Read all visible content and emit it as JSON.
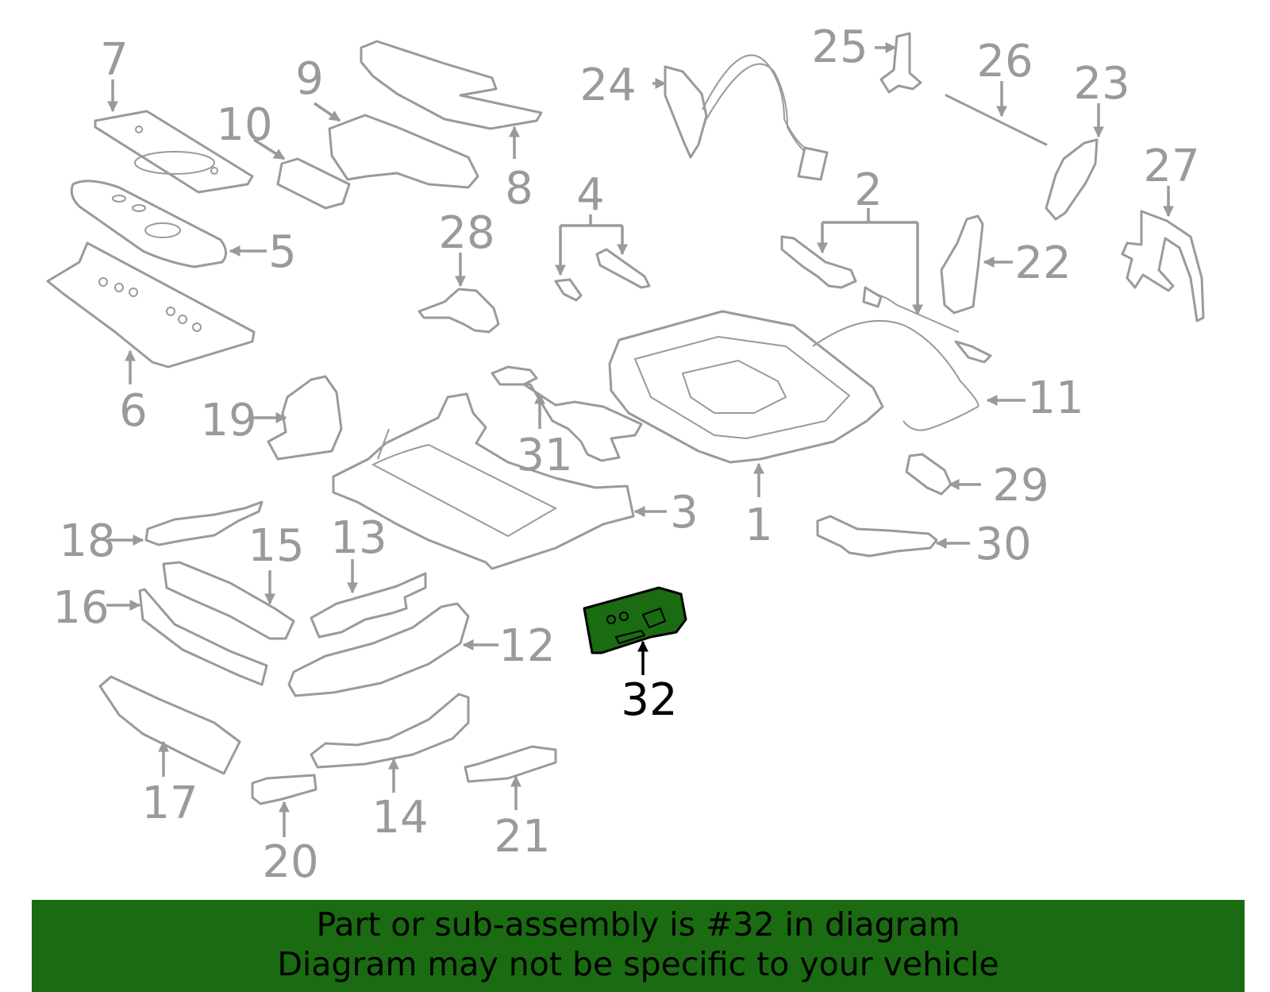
{
  "diagram": {
    "highlight_part": "32",
    "highlight_color": "#1a6b12",
    "line_color": "#9a9a9a",
    "callouts": [
      "1",
      "2",
      "3",
      "4",
      "5",
      "6",
      "7",
      "8",
      "9",
      "10",
      "11",
      "12",
      "13",
      "14",
      "15",
      "16",
      "17",
      "18",
      "19",
      "20",
      "21",
      "22",
      "23",
      "24",
      "25",
      "26",
      "27",
      "28",
      "29",
      "30",
      "31",
      "32"
    ]
  },
  "banner": {
    "line1": "Part or sub-assembly is #32 in diagram",
    "line2": "Diagram may not be specific to your vehicle",
    "background": "#1a6b12"
  }
}
